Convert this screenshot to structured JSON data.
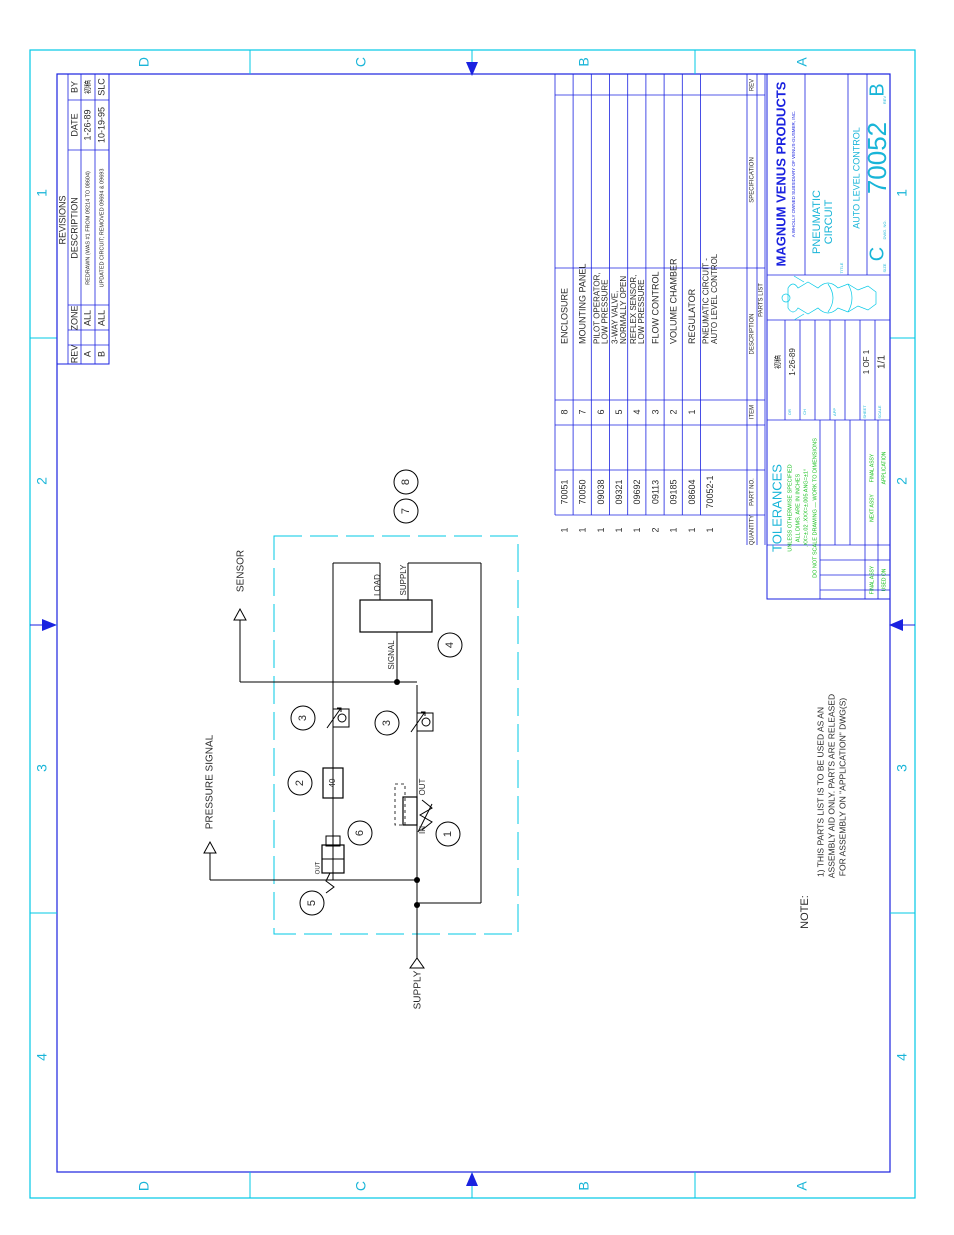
{
  "zones": {
    "top": [
      "D",
      "C",
      "B",
      "A"
    ],
    "bottom": [
      "D",
      "C",
      "B",
      "A"
    ],
    "left": [
      "1",
      "2",
      "3",
      "4"
    ],
    "right": [
      "1",
      "2",
      "3",
      "4"
    ]
  },
  "revisions": {
    "title": "REVISIONS",
    "headers": {
      "rev": "REV",
      "zone": "ZONE",
      "description": "DESCRIPTION",
      "date": "DATE",
      "by": "BY"
    },
    "rows": [
      {
        "rev": "A",
        "zone": "ALL",
        "description": "REDRAWN (WAS #1 FROM 09214 TO 08604)",
        "date": "1-26-89",
        "by": "初稿"
      },
      {
        "rev": "B",
        "zone": "ALL",
        "description": "UPDATED CIRCUIT; REMOVED 09694 & 09693",
        "date": "10-19-95",
        "by": "SLC"
      }
    ]
  },
  "parts_list": {
    "caption": "PARTS LIST",
    "headers": {
      "quantity": "QUANTITY",
      "part_no": "PART NO.",
      "item": "ITEM",
      "description": "DESCRIPTION",
      "specification": "SPECIFICATION",
      "rev": "REV"
    },
    "rows": [
      {
        "qty": "1",
        "part": "70052-1",
        "item": "",
        "desc": [
          "PNEUMATIC CIRCUIT -",
          "AUTO LEVEL CONTROL"
        ]
      },
      {
        "qty": "1",
        "part": "08604",
        "item": "1",
        "desc": [
          "REGULATOR"
        ]
      },
      {
        "qty": "1",
        "part": "09185",
        "item": "2",
        "desc": [
          "VOLUME CHAMBER"
        ]
      },
      {
        "qty": "2",
        "part": "09113",
        "item": "3",
        "desc": [
          "FLOW CONTROL"
        ]
      },
      {
        "qty": "1",
        "part": "09692",
        "item": "4",
        "desc": [
          "REFLEX SENSOR,",
          "LOW PRESSURE"
        ]
      },
      {
        "qty": "1",
        "part": "09321",
        "item": "5",
        "desc": [
          "3-WAY VALVE,",
          "NORMALLY OPEN"
        ]
      },
      {
        "qty": "1",
        "part": "09038",
        "item": "6",
        "desc": [
          "PILOT OPERATOR,",
          "LOW PRESSURE"
        ]
      },
      {
        "qty": "1",
        "part": "70050",
        "item": "7",
        "desc": [
          "MOUNTING PANEL"
        ]
      },
      {
        "qty": "1",
        "part": "70051",
        "item": "8",
        "desc": [
          "ENCLOSURE"
        ]
      }
    ]
  },
  "title_block": {
    "company": "MAGNUM VENUS PRODUCTS",
    "company_sub": "A WHOLLY OWNED SUBSIDIARY OF VENUS-GUSMER, INC.",
    "title_line1": "PNEUMATIC",
    "title_line2": "CIRCUIT",
    "subtitle": "AUTO LEVEL CONTROL",
    "size": "C",
    "drawing_number": "70052",
    "rev": "B",
    "sheet": "1 OF 1",
    "scale": "1/1",
    "date": "1-26-89",
    "drawn_by": "初稿",
    "tolerances_title": "TOLERANCES",
    "tolerances_lines": [
      "UNLESS OTHERWISE SPECIFIED",
      "ALL DIMS. ARE IN INCHES",
      ".XX=±.02   .XXX=±.005   ANG=±1°"
    ],
    "no_scale": "DO NOT SCALE DRAWING — WORK TO DIMENSIONS",
    "small_labels": {
      "dr": "DR",
      "ch": "CH",
      "app": "APP",
      "scale": "SCALE",
      "sheet": "SHEET",
      "size": "SIZE",
      "dwg": "DWG. NO.",
      "rev": "REV",
      "title": "TITLE"
    },
    "finish": "FINAL ASSY",
    "next_assy": "NEXT ASSY",
    "used_on": "USED ON",
    "application": "APPLICATION"
  },
  "note": {
    "heading": "NOTE:",
    "lines": [
      "1) THIS PARTS LIST IS TO BE USED AS AN",
      "ASSEMBLY AID ONLY.  PARTS ARE RELEASED",
      "FOR ASSEMBLY ON \"APPLICATION\" DWG(S)"
    ]
  },
  "schematic": {
    "supply": "SUPPLY",
    "pressure_signal": "PRESSURE SIGNAL",
    "sensor": "SENSOR",
    "load": "LOAD",
    "supply_port": "SUPPLY",
    "signal": "SIGNAL",
    "in": "IN",
    "out": "OUT",
    "out2": "OUT",
    "volume": "40",
    "balloons": [
      "1",
      "2",
      "3",
      "3",
      "4",
      "5",
      "6",
      "7",
      "8"
    ]
  }
}
